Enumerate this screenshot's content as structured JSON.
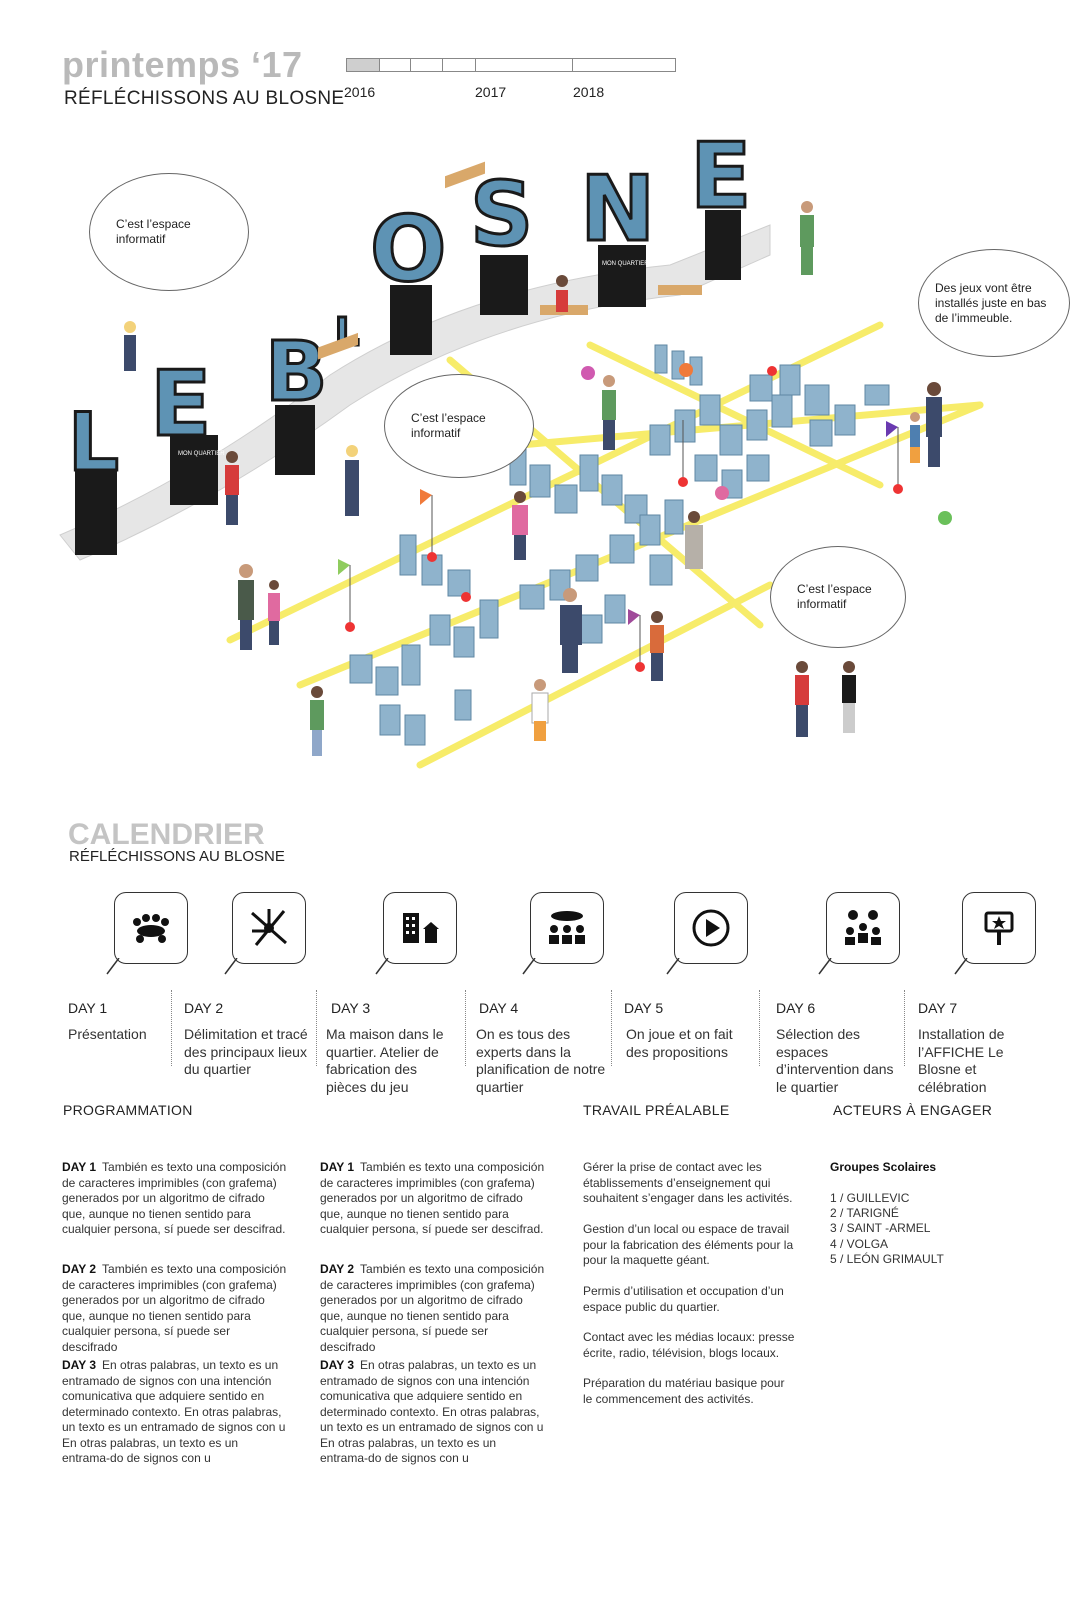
{
  "header": {
    "season": "printemps ‘17",
    "subtitle": "RÉFLÉCHISSONS AU BLOSNE",
    "timeline_labels": [
      "2016",
      "2017",
      "2018"
    ]
  },
  "illustration": {
    "letters": [
      "L",
      "E",
      "B",
      "L",
      "O",
      "S",
      "N",
      "E"
    ],
    "sign_text": "MON QUARTIER",
    "bubbles": [
      "C’est l’espace informatif",
      "C’est l’espace informatif",
      "Des jeux vont être installés juste en bas de l’immeuble.",
      "C’est l’espace informatif"
    ]
  },
  "calendar": {
    "title": "CALENDRIER",
    "subtitle": "RÉFLÉCHISSONS AU BLOSNE",
    "days": [
      {
        "label": "DAY 1",
        "desc": "Présentation",
        "icon": "people-table-icon"
      },
      {
        "label": "DAY 2",
        "desc": "Délimitation et tracé des principaux lieux du quartier",
        "icon": "map-streets-icon"
      },
      {
        "label": "DAY 3",
        "desc": "Ma maison dans le quartier. Atelier de fabrication des pièces du jeu",
        "icon": "buildings-icon"
      },
      {
        "label": "DAY 4",
        "desc": "On es tous des experts dans la planification de notre quartier",
        "icon": "group-discussion-icon"
      },
      {
        "label": "DAY 5",
        "desc": "On joue et on fait des propositions",
        "icon": "play-icon"
      },
      {
        "label": "DAY 6",
        "desc": "Sélection des espaces d’intervention dans le quartier",
        "icon": "ideas-vote-icon"
      },
      {
        "label": "DAY 7",
        "desc": "Installation de l’AFFICHE Le Blosne et célébration",
        "icon": "sign-star-icon"
      }
    ]
  },
  "sections": {
    "programmation": "PROGRAMMATION",
    "travail": "TRAVAIL PRÉALABLE",
    "acteurs": "ACTEURS À ENGAGER"
  },
  "programmation": [
    [
      {
        "day": "DAY 1",
        "text": "También es texto una composición de caracteres imprimibles (con grafema) generados por un algoritmo de cifrado que, aunque no tienen sentido para cualquier persona, sí puede ser descifrad."
      },
      {
        "day": "DAY 2",
        "text": "También es texto una composición de caracteres imprimibles (con grafema) generados por un algoritmo de cifrado que, aunque no tienen sentido para cualquier persona, sí puede ser descifrado"
      },
      {
        "day": "DAY 3",
        "text": "En otras palabras, un texto es un entramado de signos con una intención comunicativa que adquiere sentido en determinado contexto.  En otras palabras, un texto es un entramado de signos con u En otras palabras, un texto es un entrama-do de signos con u"
      }
    ],
    [
      {
        "day": "DAY 1",
        "text": "También es texto una composición de caracteres imprimibles (con grafema) generados por un algoritmo de cifrado que, aunque no tienen sentido para cualquier persona, sí puede ser descifrad."
      },
      {
        "day": "DAY 2",
        "text": "También es texto una composición de caracteres imprimibles (con grafema) generados por un algoritmo de cifrado que, aunque no tienen sentido para cualquier persona, sí puede ser descifrado"
      },
      {
        "day": "DAY 3",
        "text": "En otras palabras, un texto es un entramado de signos con una intención comunicativa que adquiere sentido en determinado contexto.  En otras palabras, un texto es un entramado de signos con u En otras palabras, un texto es un entrama-do de signos con u"
      }
    ]
  ],
  "travail": [
    "Gérer la prise de contact avec les établissements d’enseignement qui souhaitent s’engager dans les activités.",
    "Gestion d’un local ou espace de travail pour la fabrication des éléments pour la pour la maquette géant.",
    "Permis d’utilisation et occupation d’un espace public du quartier.",
    "Contact avec les médias locaux: presse écrite, radio, télévision, blogs locaux.",
    "Préparation du matériau basique pour le commencement des activités."
  ],
  "acteurs": {
    "title": "Groupes Scolaires",
    "items": [
      "1 / GUILLEVIC",
      "2 / TARIGNÉ",
      "3 / SAINT -ARMEL",
      "4 / VOLGA",
      "5 / LEÓN GRIMAULT"
    ]
  },
  "colors": {
    "letter_blue": "#5e93b4",
    "letter_dark": "#1a1a1a",
    "path_yellow": "#f7ec6a",
    "block_blue": "#8fb3cc",
    "grey_title": "#b9b9b9"
  }
}
